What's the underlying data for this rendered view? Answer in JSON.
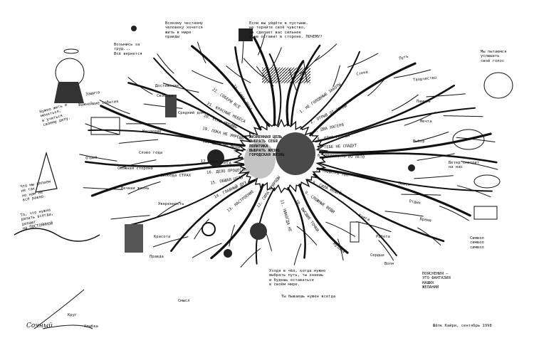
{
  "diagram": {
    "center_lines": [
      "ЖИЗНЕННАЯ ЦЕЛЬ",
      "ВЫБРАТЬ СЕБЯ",
      "ПОЛИТИКА",
      "ВЫБРАТЬ ЖИЗНЬ",
      "ГОРОДСКАЯ ЖИЗНЬ"
    ],
    "branches": [
      {
        "id": "b1",
        "label": "1. НЕ ГОЛОВНЫЕ ЗАБОТЫ"
      },
      {
        "id": "b2",
        "label": "2. ОТРЫВ ОТ ЗЕМЛИ"
      },
      {
        "id": "b3",
        "label": "3. ДВА ЛАГЕРЯ"
      },
      {
        "id": "b4",
        "label": "4. ОДНА ГОЛОВА"
      },
      {
        "id": "b5",
        "label": "5. ТЕБЕ НЕ СЛАДУТ"
      },
      {
        "id": "b6",
        "label": "6. ПРИНИМАТЬ ВО ЛЕТО"
      },
      {
        "id": "b7",
        "label": "7. ПАЛИТРА ТОП"
      },
      {
        "id": "b8",
        "label": "8. СИЛА ВЕЩЕЙ"
      },
      {
        "id": "b9",
        "label": "9. СЛОЖНЫЕ ВЕЩИ"
      },
      {
        "id": "b10",
        "label": "10. ВЫСШИЕ ТОЧКИ"
      },
      {
        "id": "b11",
        "label": "11. НИКОГДА НЕ"
      },
      {
        "id": "b12",
        "label": "12. СИЛА ПРИРОДЫ"
      },
      {
        "id": "b13",
        "label": "13. НАСТРОЕНИЕ"
      },
      {
        "id": "b14",
        "label": "14. ГЛАВНЫЙ ДУХ"
      },
      {
        "id": "b15",
        "label": "15. ОБЩАЯ ЦЕЛЬ"
      },
      {
        "id": "b16",
        "label": "16. ДЕЛО ПРОЦЕССА"
      },
      {
        "id": "b17",
        "label": "17. КОНСТАНТА"
      },
      {
        "id": "b18",
        "label": "18. ЦЕЛЬ НЕ МЕНЯ"
      },
      {
        "id": "b19",
        "label": "19. ПОКА НЕ УМРЁШЬ"
      },
      {
        "id": "b20",
        "label": "20. ЕСЛИ ЛЮБИШЬ"
      },
      {
        "id": "b21",
        "label": "21. КРАСНЫЕ НЕБЕСА"
      },
      {
        "id": "b22",
        "label": "22. СОБЕРИ ВСЁ"
      },
      {
        "id": "b23",
        "label": "23. СИЛА ДУХА"
      }
    ],
    "notes": {
      "top_left": "Всякому честному\nчеловеку хочется\nжить в мире\nправды",
      "left_small": "Возьмись за\nтруд...\nВсё вернется",
      "top_mid": "Если вы уйдёте в пустыню,\nне теряйте своё чувство,\nон сделает вас сильнее\nи не оставит в стороне. ПОЧЕМУ?",
      "left_mid": "Нужно жить и\nменяться,\nи учиться\nсвоему делу.",
      "left_lower": "Что мы делаем\nне так,\nно нам не\nвсё равно.",
      "left_low2": "То, что нужно\nделать всегда,\nделают\nна ПОСТОЯННОЙ",
      "bottom_mid": "Уходя в чёл, когда нужно\nвыбрать путь, ты знаешь\nи будешь оставаться\nв своём мире.",
      "bottom_mid2": "Ты бываешь нужен всегда",
      "bottom_right": "ПОЯСНЕНИЯ —\nЭТО ФАНТАЗИЯ\nНАШИХ\nЖЕЛАНИЙ",
      "signature": "Шёлк Кайри, сентябрь 1998",
      "corner_word": "Сочный",
      "right_top": "Мы пытаемся\nуслышать\nсвой голос",
      "right_mid": "Ветер смотрит\nна нас",
      "right_low": "Символ\nсимвол\nсимвол"
    },
    "sub_labels": [
      "Достижения",
      "Свобода",
      "Защита",
      "Важнейшие события",
      "Средний дом",
      "Наследие",
      "Слово года",
      "Отрыв",
      "Сложная сторона",
      "Вечная жизнь",
      "Свобода СТРАХ",
      "Уверенность",
      "Красота",
      "Правда",
      "Смысл",
      "Круг",
      "Улыбка",
      "Стена",
      "Путь",
      "Творчество",
      "Память",
      "Мечта",
      "Выбор",
      "Поиск",
      "Отдых",
      "Время",
      "Работа",
      "Сердце",
      "Воля",
      "Музыка",
      "Книга"
    ],
    "colors": {
      "ink": "#111111",
      "paper": "#ffffff",
      "sun_fill": "#2a2a2a"
    }
  }
}
